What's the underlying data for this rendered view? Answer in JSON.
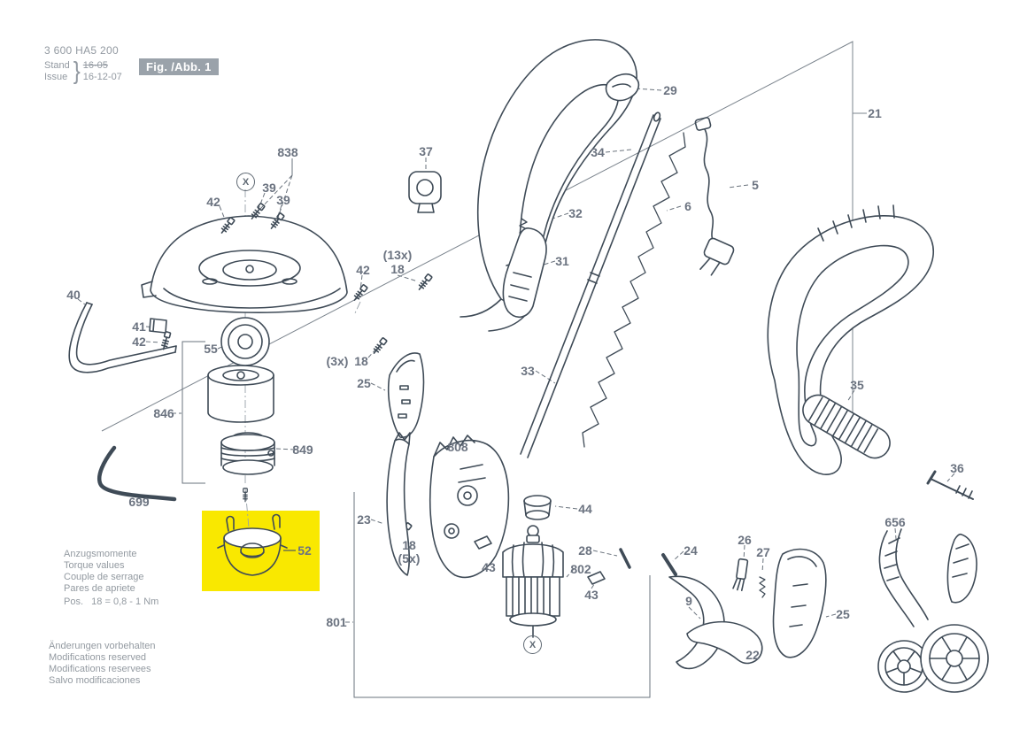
{
  "header": {
    "model": "3 600 HA5 200",
    "stand_label": "Stand",
    "issue_label": "Issue",
    "brace": "}",
    "stand_value": "16-05",
    "issue_value": "16-12-07",
    "fig_label": "Fig. /Abb. 1"
  },
  "torque_note": {
    "lines": [
      "Anzugsmomente",
      "Torque values",
      "Couple de serrage",
      "Pares de apriete"
    ],
    "spec": "Pos.   18 = 0,8 - 1 Nm"
  },
  "footer_note": {
    "lines": [
      "Änderungen vorbehalten",
      "Modifications reserved",
      "Modifications reservees",
      "Salvo modificaciones"
    ]
  },
  "selected_part": {
    "number": "52",
    "highlight_color": "#f9e800"
  },
  "torque_symbol": "X",
  "part_labels": {
    "p838": "838",
    "p39a": "39",
    "p39b": "39",
    "p42a": "42",
    "p42b": "42",
    "p42c": "42",
    "p37": "37",
    "p29": "29",
    "p34": "34",
    "p5": "5",
    "p6": "6",
    "p32": "32",
    "p31": "31",
    "p21": "21",
    "q13x": "(13x)",
    "p18a": "18",
    "p40": "40",
    "p41": "41",
    "p55": "55",
    "q3x": "(3x)",
    "p18b": "18",
    "p25a": "25",
    "p846": "846",
    "p849": "849",
    "p33": "33",
    "p35": "35",
    "p36": "36",
    "p699": "699",
    "p52": "52",
    "p23": "23",
    "p18c": "18",
    "q5x": "(5x)",
    "p43a": "43",
    "p43b": "43",
    "p808": "808",
    "p44": "44",
    "p28": "28",
    "p802": "802",
    "p24": "24",
    "p26": "26",
    "p27": "27",
    "p9": "9",
    "p22": "22",
    "p25b": "25",
    "p656": "656",
    "p801": "801"
  }
}
